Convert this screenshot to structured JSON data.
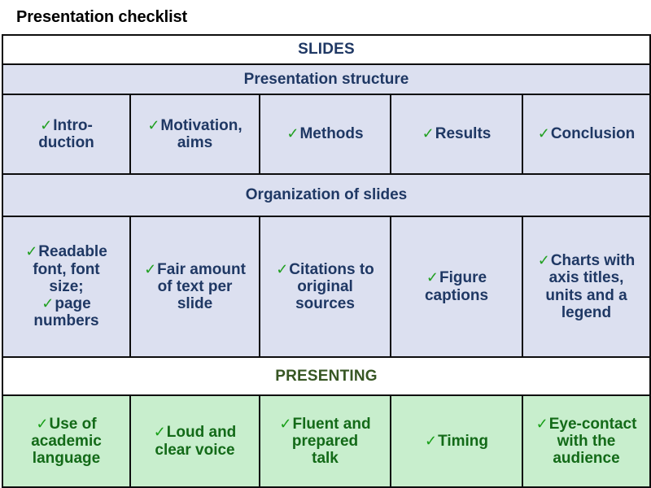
{
  "document": {
    "title": "Presentation checklist"
  },
  "table": {
    "sections": [
      {
        "id": "slides",
        "header": "SLIDES",
        "header_style": "major-blue",
        "subsections": [
          {
            "id": "presentation-structure",
            "header": "Presentation structure",
            "cells": [
              {
                "checks": [
                  "Intro-duction"
                ],
                "lines": [
                  "Intro-",
                  "duction"
                ]
              },
              {
                "checks": [
                  "Motivation, aims"
                ],
                "lines": [
                  "Motivation,",
                  "aims"
                ]
              },
              {
                "checks": [
                  "Methods"
                ],
                "lines": [
                  "Methods"
                ]
              },
              {
                "checks": [
                  "Results"
                ],
                "lines": [
                  "Results"
                ]
              },
              {
                "checks": [
                  "Conclusion"
                ],
                "lines": [
                  "Conclusion"
                ]
              }
            ]
          },
          {
            "id": "organization-of-slides",
            "header": "Organization of slides",
            "cells": [
              {
                "checks": [
                  "Readable font, font size;",
                  "page numbers"
                ]
              },
              {
                "checks": [
                  "Fair amount of text per slide"
                ]
              },
              {
                "checks": [
                  "Citations to original sources"
                ]
              },
              {
                "checks": [
                  "Figure captions"
                ]
              },
              {
                "checks": [
                  "Charts with axis titles, units and a legend"
                ]
              }
            ]
          }
        ]
      },
      {
        "id": "presenting",
        "header": "PRESENTING",
        "header_style": "major-green",
        "cells": [
          {
            "checks": [
              "Use of academic language"
            ]
          },
          {
            "checks": [
              "Loud and clear voice"
            ]
          },
          {
            "checks": [
              "Fluent and prepared talk"
            ]
          },
          {
            "checks": [
              "Timing"
            ]
          },
          {
            "checks": [
              "Eye-contact with the audience"
            ]
          }
        ]
      }
    ],
    "check_glyph": "✓"
  },
  "colors": {
    "blue_fill": "#DCE0F0",
    "blue_text": "#1F3864",
    "green_fill": "#C8EECD",
    "green_text": "#136A18",
    "green_header_text": "#375623",
    "check_green": "#22A022",
    "border": "#0D0D0D",
    "title_text": "#000000"
  },
  "cells": {
    "c_1_1_l1": "Intro-",
    "c_1_1_l2": "duction",
    "c_1_2_l1": "Motivation,",
    "c_1_2_l2": "aims",
    "c_1_3": "Methods",
    "c_1_4": "Results",
    "c_1_5": "Conclusion",
    "c_2_1_a_l1": "Readable",
    "c_2_1_a_l2": "font, font",
    "c_2_1_a_l3": "size;",
    "c_2_1_b_l1": "page",
    "c_2_1_b_l2": "numbers",
    "c_2_2_l1": "Fair amount",
    "c_2_2_l2": "of text per",
    "c_2_2_l3": "slide",
    "c_2_3_l1": "Citations to",
    "c_2_3_l2": "original",
    "c_2_3_l3": "sources",
    "c_2_4_l1": "Figure",
    "c_2_4_l2": "captions",
    "c_2_5_l1": "Charts with",
    "c_2_5_l2": "axis titles,",
    "c_2_5_l3": "units and a",
    "c_2_5_l4": "legend",
    "c_3_1_l1": "Use of",
    "c_3_1_l2": "academic",
    "c_3_1_l3": "language",
    "c_3_2_l1": "Loud and",
    "c_3_2_l2": "clear voice",
    "c_3_3_l1": "Fluent and",
    "c_3_3_l2": "prepared",
    "c_3_3_l3": "talk",
    "c_3_4": "Timing",
    "c_3_5_l1": "Eye-contact",
    "c_3_5_l2": "with the",
    "c_3_5_l3": "audience"
  },
  "headers": {
    "slides": "SLIDES",
    "presentation_structure": "Presentation structure",
    "organization_of_slides": "Organization of slides",
    "presenting": "PRESENTING"
  },
  "check": "✓"
}
